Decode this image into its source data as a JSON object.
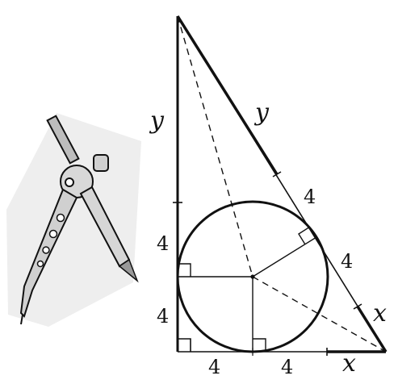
{
  "figure": {
    "side_labels": {
      "left_upper": "y",
      "hyp_upper": "y",
      "left_seg_upper": "4",
      "left_seg_lower": "4",
      "bottom_seg_left": "4",
      "bottom_seg_mid": "4",
      "bottom_extra": "x",
      "hyp_seg_upper": "4",
      "hyp_seg_lower": "4",
      "hyp_lower": "x"
    }
  },
  "colors": {
    "ink": "#111111",
    "compass_body": "#cfcfcf",
    "compass_shadow": "#e9e9e9"
  }
}
